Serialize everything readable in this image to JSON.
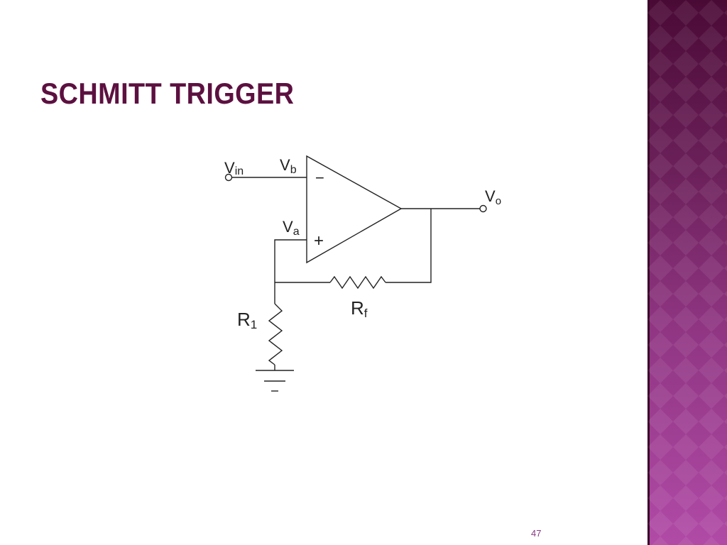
{
  "slide": {
    "title": "SCHMITT TRIGGER",
    "page_number": "47"
  },
  "diagram": {
    "labels": {
      "vin_main": "V",
      "vin_sub": "in",
      "vb_main": "V",
      "vb_sub": "b",
      "va_main": "V",
      "va_sub": "a",
      "vo_main": "V",
      "vo_sub": "o",
      "minus": "−",
      "plus": "+",
      "rf_main": "R",
      "rf_sub": "f",
      "r1_main": "R",
      "r1_sub": "1"
    }
  },
  "colors": {
    "title": "#5c1040",
    "band_top": "#4a0a36",
    "band_bottom": "#b04aa6",
    "wire": "#222222"
  }
}
